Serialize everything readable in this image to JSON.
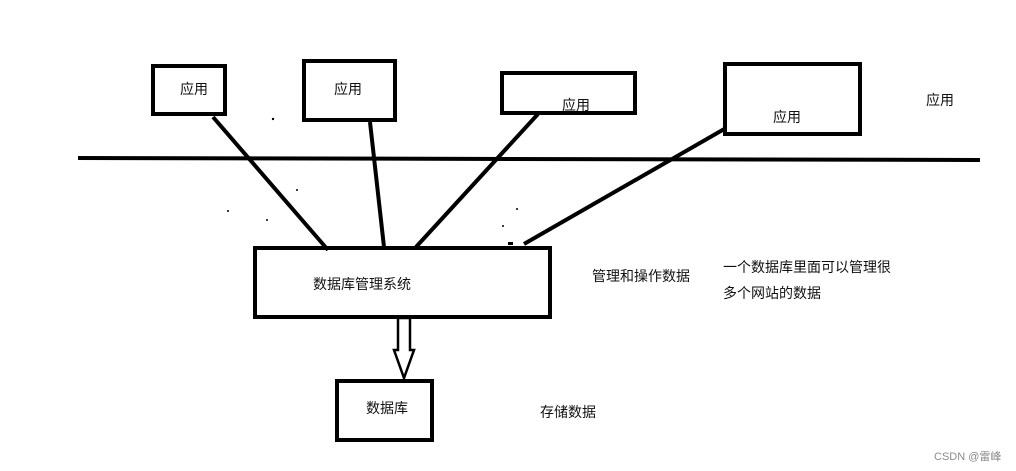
{
  "apps": [
    {
      "label": "应用"
    },
    {
      "label": "应用"
    },
    {
      "label": "应用"
    },
    {
      "label": "应用"
    }
  ],
  "layer_labels": {
    "app_layer": "应用",
    "dbms_role": "管理和操作数据",
    "dbms_note_line1": "一个数据库里面可以管理很",
    "dbms_note_line2": "多个网站的数据",
    "storage_role": "存储数据"
  },
  "dbms": {
    "label": "数据库管理系统"
  },
  "database": {
    "label": "数据库"
  },
  "watermark": "CSDN @雷峰"
}
